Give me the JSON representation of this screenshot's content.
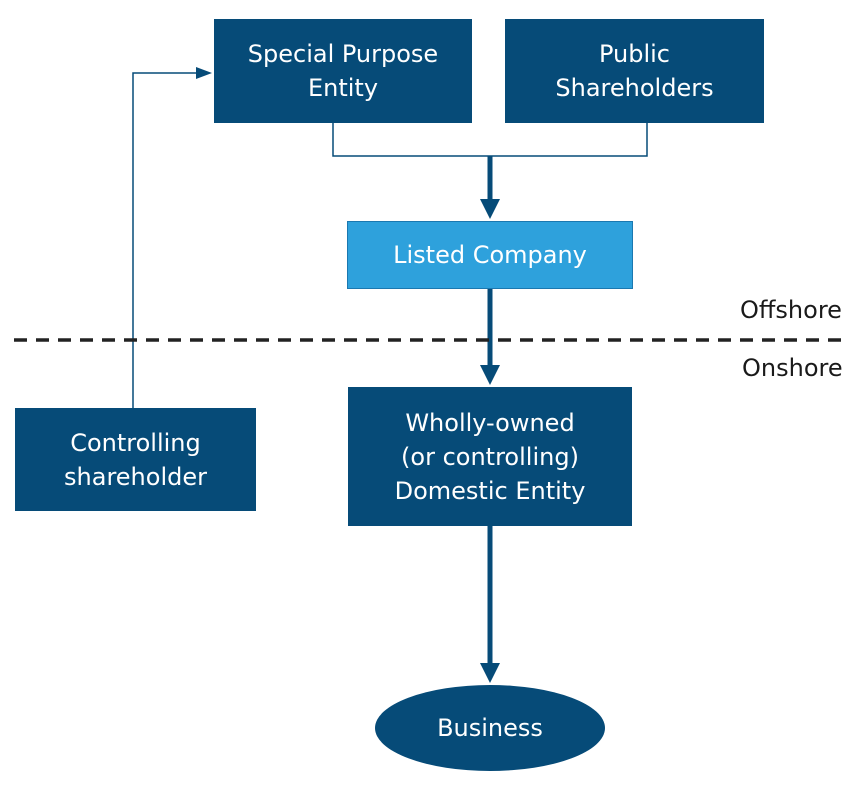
{
  "nodes": {
    "spe": "Special Purpose\nEntity",
    "public_shareholders": "Public\nShareholders",
    "listed_company": "Listed Company",
    "controlling_shareholder": "Controlling\nshareholder",
    "domestic_entity": "Wholly-owned\n(or controlling)\nDomestic Entity",
    "business": "Business"
  },
  "zones": {
    "offshore": "Offshore",
    "onshore": "Onshore"
  },
  "colors": {
    "dark_box": "#064b78",
    "light_box": "#2ea1dc",
    "connector": "#064b78",
    "divider": "#222222"
  }
}
